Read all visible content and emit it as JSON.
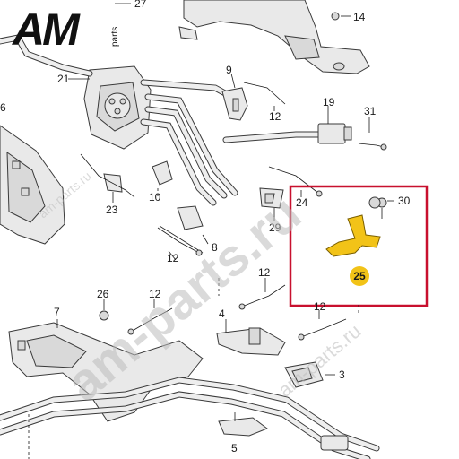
{
  "logo": {
    "letters": "AM",
    "suffix": "parts"
  },
  "watermarks": {
    "main": "am-parts.ru",
    "small_a": "am-parts.ru",
    "small_b": "am-parts.ru"
  },
  "highlight": {
    "color": "#c8102e",
    "part_number": "25",
    "badge_color": "#f2c318",
    "part_color": "#f2c318"
  },
  "callouts": {
    "c27": "27",
    "c14": "14",
    "c21": "21",
    "c9": "9",
    "c12a": "12",
    "c19": "19",
    "c31": "31",
    "c6": "6",
    "c10": "10",
    "c23": "23",
    "c24": "24",
    "c30": "30",
    "c29": "29",
    "c8": "8",
    "c12b": "12",
    "c12c": "12",
    "c26": "26",
    "c12d": "12",
    "c7": "7",
    "c4": "4",
    "c12e": "12",
    "c3": "3",
    "c5": "5"
  }
}
